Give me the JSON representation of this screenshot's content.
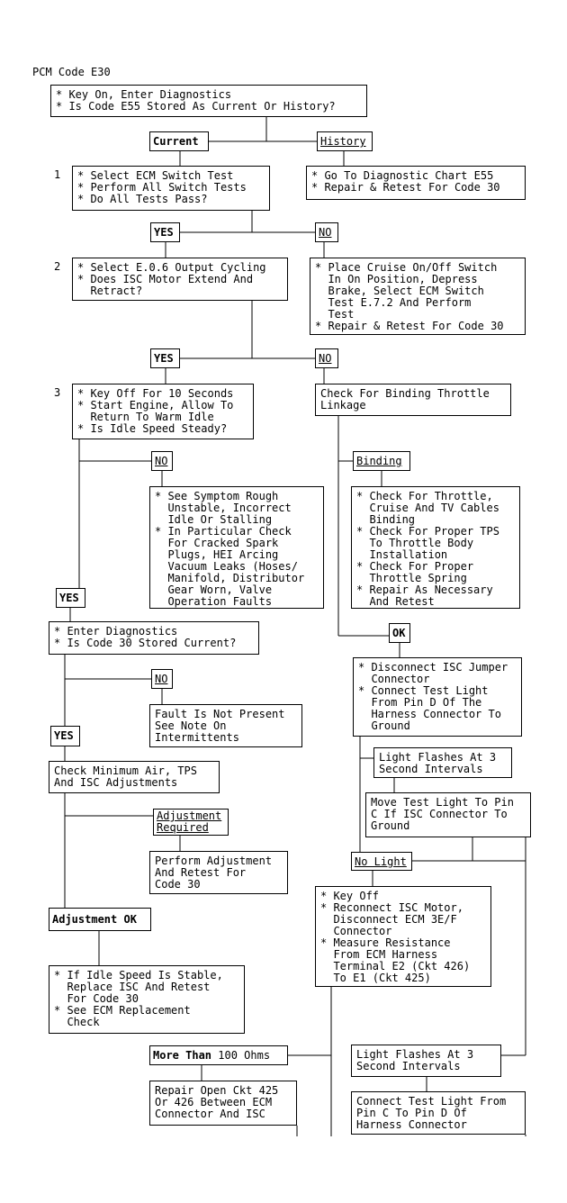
{
  "title": "PCM Code E30",
  "step_numbers": [
    "1",
    "2",
    "3"
  ],
  "boxes": {
    "start": "* Key On, Enter Diagnostics\n* Is Code E55 Stored As Current Or History?",
    "step1": "* Select ECM Switch Test\n* Perform All Switch Tests\n* Do All Tests Pass?",
    "history_action": "* Go To Diagnostic Chart E55\n* Repair & Retest For Code 30",
    "step2": "* Select E.0.6 Output Cycling\n* Does ISC Motor Extend And\n  Retract?",
    "switch_fix": "* Place Cruise On/Off Switch\n  In On Position, Depress\n  Brake, Select ECM Switch\n  Test E.7.2 And Perform\n  Test\n* Repair & Retest For Code 30",
    "step3": "* Key Off For 10 Seconds\n* Start Engine, Allow To\n  Return To Warm Idle\n* Is Idle Speed Steady?",
    "check_binding": "Check For Binding Throttle\nLinkage",
    "symptom": "* See Symptom Rough\n  Unstable, Incorrect\n  Idle Or Stalling\n* In Particular Check\n  For Cracked Spark\n  Plugs, HEI Arcing\n  Vacuum Leaks (Hoses/\n  Manifold, Distributor\n  Gear Worn, Valve\n  Operation Faults",
    "binding_fix": "* Check For Throttle,\n  Cruise And TV Cables\n  Binding\n* Check For Proper TPS\n  To Throttle Body\n  Installation\n* Check For Proper\n  Throttle Spring\n* Repair As Necessary\n  And Retest",
    "enter_diag": "* Enter Diagnostics\n* Is Code 30 Stored Current?",
    "disconnect_isc": "* Disconnect ISC Jumper\n  Connector\n* Connect Test Light\n  From Pin D Of The\n  Harness Connector To\n  Ground",
    "fault_not_present": "Fault Is Not Present\nSee Note On\nIntermittents",
    "light_flashes_1": "Light Flashes At 3\nSecond Intervals",
    "check_min_air": "Check Minimum Air, TPS\nAnd ISC Adjustments",
    "move_test_light": "Move Test Light To Pin\nC If ISC Connector To\nGround",
    "perform_adj": "Perform Adjustment\nAnd Retest For\nCode 30",
    "key_off": "* Key Off\n* Reconnect ISC Motor,\n  Disconnect ECM 3E/F\n  Connector\n* Measure Resistance\n  From ECM Harness\n  Terminal E2 (Ckt 426)\n  To E1 (Ckt 425)",
    "replace_isc": "* If Idle Speed Is Stable,\n  Replace ISC And Retest\n  For Code 30\n* See ECM Replacement\n  Check",
    "light_flashes_2": "Light Flashes At 3\nSecond Intervals",
    "repair_open": "Repair Open Ckt 425\nOr 426 Between ECM\nConnector And ISC",
    "connect_test_light": "Connect Test Light From\nPin C To Pin D Of\nHarness Connector"
  },
  "labels": {
    "current": "Current",
    "history": "History",
    "yes": "YES",
    "no": "NO",
    "binding": "Binding",
    "ok": "OK",
    "adjustment_required": "Adjustment\nRequired",
    "no_light": "No Light",
    "adjustment_ok": "Adjustment OK",
    "more_than_bold": "More Than",
    "more_than_rest": " 100 Ohms"
  }
}
